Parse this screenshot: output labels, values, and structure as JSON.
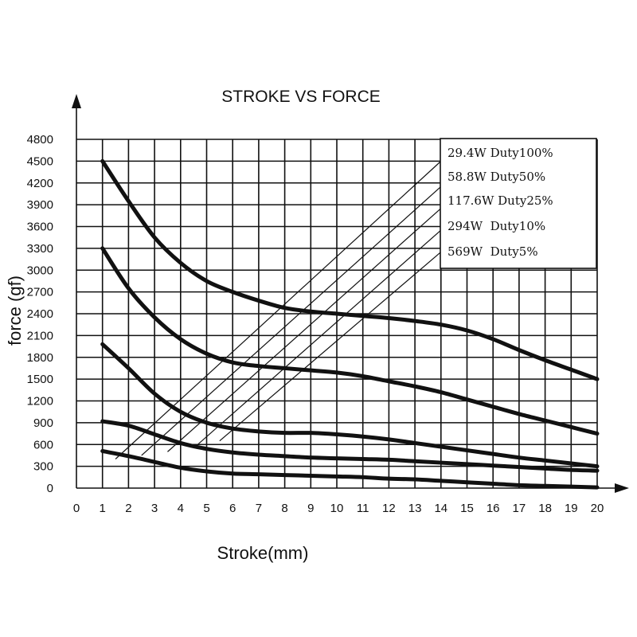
{
  "chart_data": {
    "type": "line",
    "title": "STROKE VS FORCE",
    "xlabel": "Stroke(mm)",
    "ylabel": "force (gf)",
    "xlim": [
      0,
      20
    ],
    "ylim": [
      0,
      4800
    ],
    "grid": true,
    "legend_position": "top-right",
    "x_ticks": [
      "0",
      "1",
      "2",
      "3",
      "4",
      "5",
      "6",
      "7",
      "8",
      "9",
      "10",
      "11",
      "12",
      "13",
      "14",
      "15",
      "16",
      "17",
      "18",
      "19",
      "20"
    ],
    "y_ticks": [
      "0",
      "300",
      "600",
      "900",
      "1200",
      "1500",
      "1800",
      "2100",
      "2400",
      "2700",
      "3000",
      "3300",
      "3600",
      "3900",
      "4200",
      "4500",
      "4800"
    ],
    "legend": [
      "29.4W Duty100%",
      "58.8W Duty50%",
      "117.6W Duty25%",
      "294W  Duty10%",
      "569W  Duty5%"
    ],
    "series": [
      {
        "x": [
          1,
          2,
          3,
          4,
          5,
          6,
          7,
          8,
          9,
          10,
          11,
          12,
          13,
          14,
          15,
          16,
          17,
          18,
          19,
          20
        ],
        "y": [
          4500,
          3950,
          3450,
          3100,
          2850,
          2700,
          2580,
          2480,
          2430,
          2400,
          2370,
          2340,
          2300,
          2250,
          2170,
          2050,
          1900,
          1760,
          1630,
          1500
        ]
      },
      {
        "x": [
          1,
          2,
          3,
          4,
          5,
          6,
          7,
          8,
          9,
          10,
          11,
          12,
          13,
          14,
          15,
          16,
          17,
          18,
          19,
          20
        ],
        "y": [
          3300,
          2750,
          2350,
          2050,
          1850,
          1730,
          1680,
          1650,
          1620,
          1590,
          1540,
          1470,
          1400,
          1320,
          1220,
          1120,
          1020,
          930,
          840,
          750
        ]
      },
      {
        "x": [
          1,
          2,
          3,
          4,
          5,
          6,
          7,
          8,
          9,
          10,
          11,
          12,
          13,
          14,
          15,
          16,
          17,
          18,
          19,
          20
        ],
        "y": [
          1980,
          1650,
          1300,
          1050,
          900,
          820,
          780,
          760,
          760,
          740,
          710,
          670,
          620,
          570,
          520,
          470,
          420,
          380,
          340,
          300
        ]
      },
      {
        "x": [
          1,
          2,
          3,
          4,
          5,
          6,
          7,
          8,
          9,
          10,
          11,
          12,
          13,
          14,
          15,
          16,
          17,
          18,
          19,
          20
        ],
        "y": [
          920,
          860,
          740,
          620,
          540,
          490,
          460,
          440,
          420,
          410,
          400,
          390,
          370,
          350,
          330,
          310,
          290,
          270,
          250,
          240
        ]
      },
      {
        "x": [
          1,
          2,
          3,
          4,
          5,
          6,
          7,
          8,
          9,
          10,
          11,
          12,
          13,
          14,
          15,
          16,
          17,
          18,
          19,
          20
        ],
        "y": [
          510,
          440,
          360,
          280,
          230,
          200,
          190,
          180,
          170,
          160,
          150,
          130,
          120,
          100,
          80,
          60,
          40,
          30,
          20,
          10
        ]
      }
    ],
    "diagonal_lines": [
      {
        "from": [
          1.5,
          400
        ],
        "to": [
          14,
          4500
        ]
      },
      {
        "from": [
          2.5,
          450
        ],
        "to": [
          14,
          4150
        ]
      },
      {
        "from": [
          3.5,
          500
        ],
        "to": [
          14,
          3850
        ]
      },
      {
        "from": [
          4.5,
          550
        ],
        "to": [
          14,
          3550
        ]
      },
      {
        "from": [
          5.5,
          650
        ],
        "to": [
          14,
          3250
        ]
      }
    ]
  }
}
